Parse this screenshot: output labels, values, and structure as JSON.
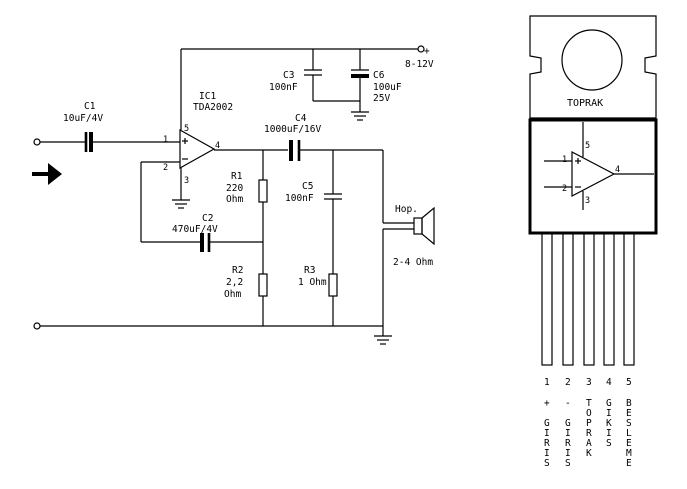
{
  "schematic": {
    "ic": {
      "ref": "IC1",
      "part": "TDA2002",
      "pins": {
        "in_plus": "1",
        "in_minus": "2",
        "gnd": "3",
        "out": "4",
        "vcc": "5"
      }
    },
    "c1": {
      "ref": "C1",
      "value": "10uF/4V"
    },
    "c2": {
      "ref": "C2",
      "value": "470uF/4V"
    },
    "c3": {
      "ref": "C3",
      "value": "100nF"
    },
    "c4": {
      "ref": "C4",
      "value": "1000uF/16V"
    },
    "c5": {
      "ref": "C5",
      "value": "100nF"
    },
    "c6": {
      "ref": "C6",
      "value": "100uF",
      "voltage": "25V"
    },
    "r1": {
      "ref": "R1",
      "value": "220",
      "unit": "Ohm"
    },
    "r2": {
      "ref": "R2",
      "value": "2,2",
      "unit": "Ohm"
    },
    "r3": {
      "ref": "R3",
      "value": "1 Ohm"
    },
    "supply": {
      "plus": "+",
      "value": "8-12V"
    },
    "speaker": {
      "label": "Hop.",
      "value": "2-4 Ohm"
    }
  },
  "package": {
    "label": "TOPRAK",
    "pins": {
      "in_plus": "1",
      "in_minus": "2",
      "gnd": "3",
      "out": "4",
      "vcc": "5"
    },
    "legend": [
      {
        "num": "1",
        "text": "+ GIRIS"
      },
      {
        "num": "2",
        "text": "- GIRIS"
      },
      {
        "num": "3",
        "text": "TOPRAK"
      },
      {
        "num": "4",
        "text": "GIKIS"
      },
      {
        "num": "5",
        "text": "BESLEME"
      }
    ]
  }
}
